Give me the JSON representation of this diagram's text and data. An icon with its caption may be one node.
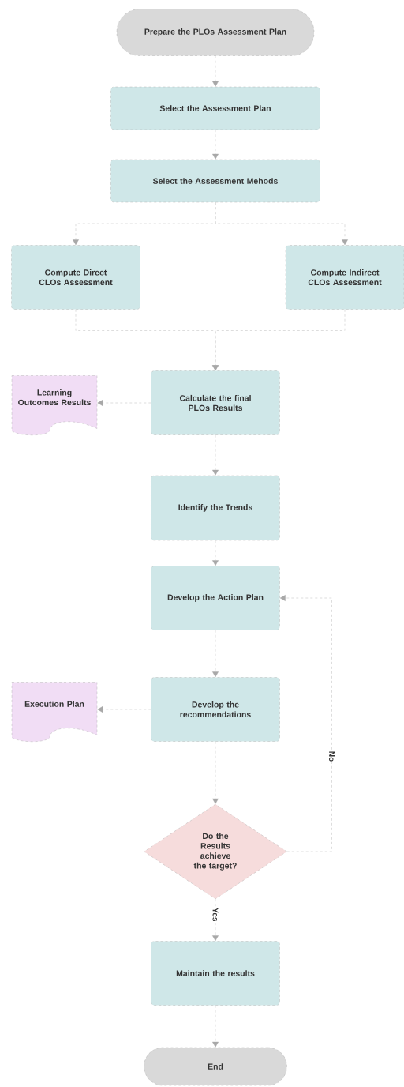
{
  "diagram": {
    "nodes": [
      {
        "text": [
          "Prepare the PLOs Assessment Plan"
        ]
      },
      {
        "text": [
          "Select the Assessment Plan"
        ]
      },
      {
        "text": [
          "Select the Assessment Mehods"
        ]
      },
      {
        "text": [
          "Compute Direct CLOs Assessment"
        ]
      },
      {
        "text": [
          "Compute Indirect CLOs Assessment"
        ]
      },
      {
        "text": [
          "Learning Outcomes Results"
        ]
      },
      {
        "text": [
          "Calculate the final PLOs Results"
        ]
      },
      {
        "text": [
          "Identify the Trends"
        ]
      },
      {
        "text": [
          "Develop the Action Plan"
        ]
      },
      {
        "text": [
          "Execution Plan"
        ]
      },
      {
        "text": [
          "Develop the recommendations"
        ]
      },
      {
        "text": [
          "Do the Results achieve the target?"
        ]
      },
      {
        "text": [
          "Maintain the results"
        ]
      },
      {
        "text": [
          "End"
        ]
      }
    ],
    "edges": [
      {
        "from": 0,
        "to": 1,
        "arrow": "to"
      },
      {
        "from": 1,
        "to": 2,
        "arrow": "to"
      },
      {
        "from": 2,
        "to": 3,
        "arrow": "to"
      },
      {
        "from": 2,
        "to": 4,
        "arrow": "to"
      },
      {
        "from": 3,
        "to": 6,
        "arrow": "to"
      },
      {
        "from": 4,
        "to": 6,
        "arrow": "to"
      },
      {
        "from": 6,
        "to": 5,
        "arrow": "to"
      },
      {
        "from": 6,
        "to": 7,
        "arrow": "to"
      },
      {
        "from": 7,
        "to": 8,
        "arrow": "to"
      },
      {
        "from": 8,
        "to": 10,
        "arrow": "to"
      },
      {
        "from": 10,
        "to": 9,
        "arrow": "to"
      },
      {
        "from": 10,
        "to": 11,
        "arrow": "to"
      },
      {
        "from": 11,
        "to": 8,
        "arrow": "to",
        "label": "No"
      },
      {
        "from": 11,
        "to": 12,
        "arrow": "to",
        "label": "Yes"
      },
      {
        "from": 12,
        "to": 13,
        "arrow": "to"
      }
    ]
  }
}
